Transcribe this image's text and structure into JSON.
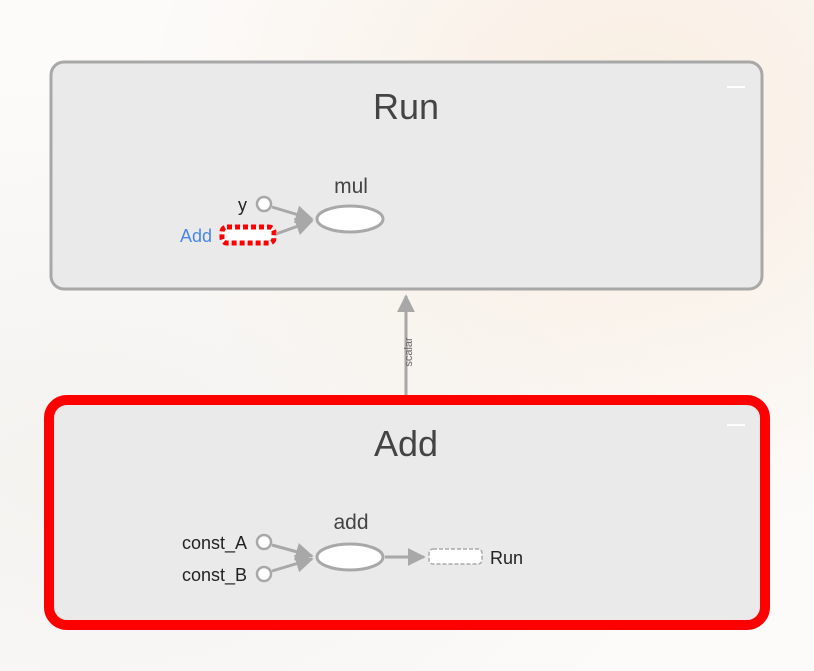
{
  "graph": {
    "run_group": {
      "title": "Run",
      "collapse_glyph": "—",
      "op_label": "mul",
      "input_y_label": "y",
      "input_add_label": "Add"
    },
    "edge": {
      "label": "scalar"
    },
    "add_group": {
      "title": "Add",
      "collapse_glyph": "—",
      "op_label": "add",
      "input_a_label": "const_A",
      "input_b_label": "const_B",
      "output_label": "Run"
    },
    "colors": {
      "selection_red": "#ff0000",
      "group_border": "#a8a8a8",
      "group_fill": "#eaeaea",
      "link_blue": "#4a86e8"
    }
  }
}
